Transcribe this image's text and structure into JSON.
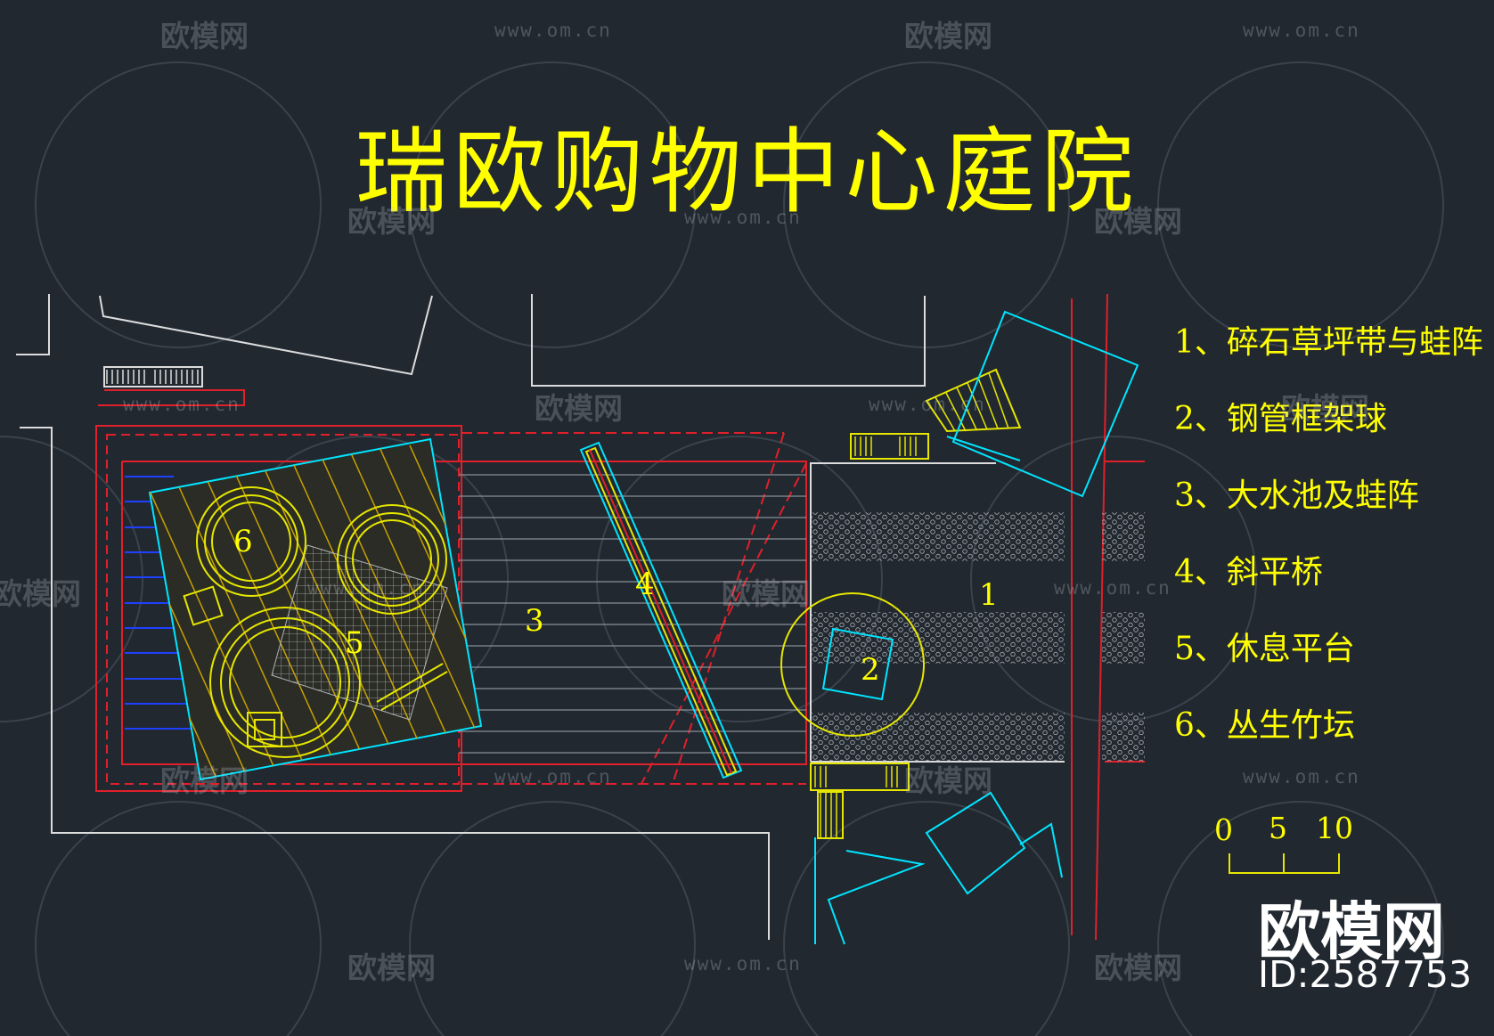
{
  "title": "瑞欧购物中心庭院",
  "legend": [
    "1、碎石草坪带与蛙阵",
    "2、钢管框架球",
    "3、大水池及蛙阵",
    "4、斜平桥",
    "5、休息平台",
    "6、丛生竹坛"
  ],
  "plan_labels": [
    "1",
    "2",
    "3",
    "4",
    "5",
    "6"
  ],
  "scale_bar": {
    "labels": [
      "0",
      "5",
      "10"
    ]
  },
  "watermark": {
    "brand": "欧模网",
    "id": "ID:2587753",
    "repeat_text": "欧模网",
    "url_text": "www.om.cn"
  },
  "colors": {
    "background": "#212830",
    "text": "#ffff00",
    "outline_white": "#dcdcdc",
    "red": "#e0202a",
    "cyan": "#00e5ff",
    "yellow": "#e6e600",
    "blue": "#2040ff"
  }
}
